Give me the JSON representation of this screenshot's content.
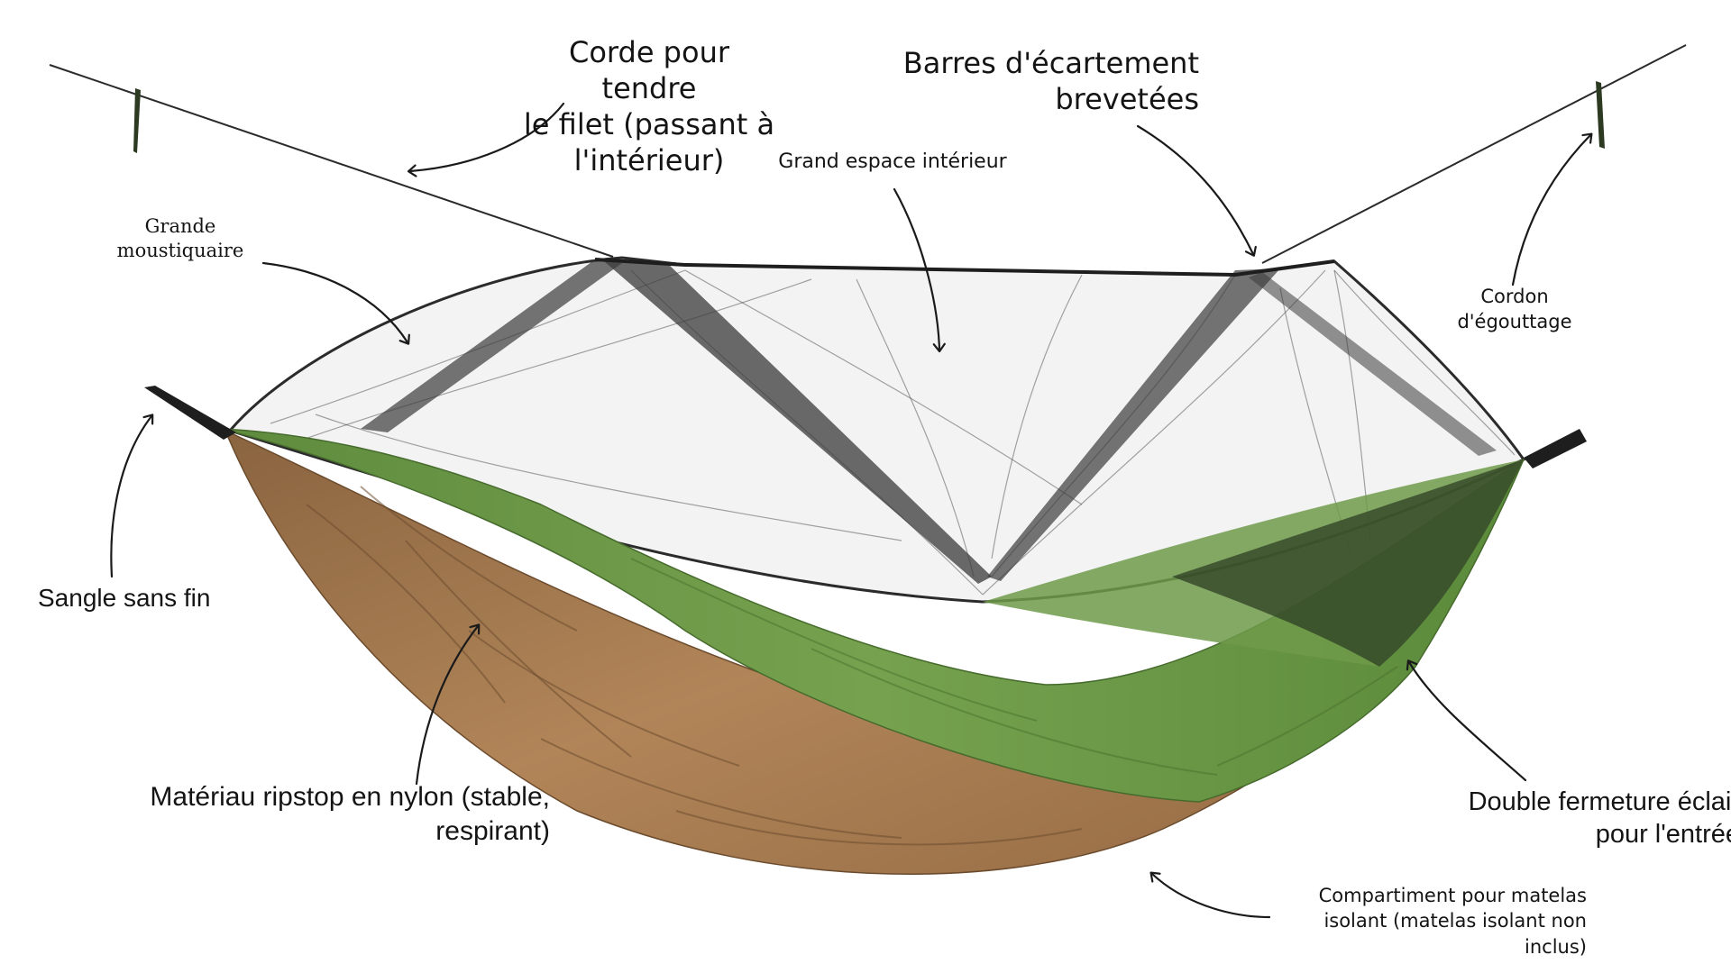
{
  "labels": {
    "corde": "Corde pour tendre\nle filet (passant à\nl'intérieur)",
    "barres": "Barres d'écartement\nbrevetées",
    "espace": "Grand espace intérieur",
    "moustiquaire": "Grande\nmoustiquaire",
    "cordon": "Cordon\nd'égouttage",
    "sangle": "Sangle sans fin",
    "ripstop": "Matériau ripstop en nylon (stable,\nrespirant)",
    "fermeture": "Double fermeture éclair\npour l'entrée",
    "compartiment": "Compartiment pour matelas\nisolant (matelas isolant non inclus)"
  },
  "colors": {
    "green": "#6f9a4a",
    "green_dark": "#4f7a35",
    "brown": "#a6794d",
    "brown_dark": "#7f5a38",
    "mesh": "#2b2b2b",
    "text": "#141414"
  }
}
